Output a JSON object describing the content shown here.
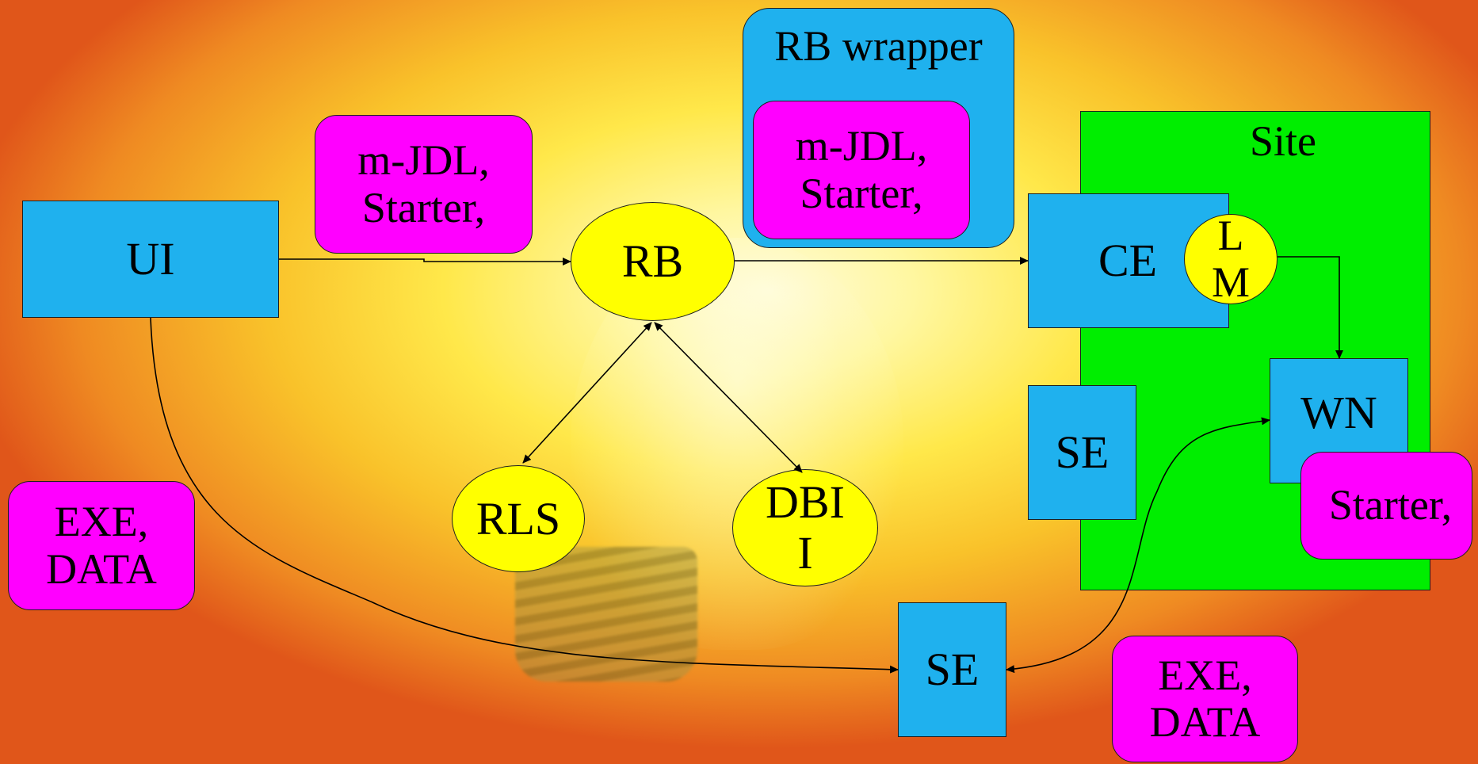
{
  "nodes": {
    "ui": "UI",
    "rb": "RB",
    "rls": "RLS",
    "dbii_line1": "DBI",
    "dbii_line2": "I",
    "se_bottom": "SE",
    "site_label": "Site",
    "ce": "CE",
    "lm_line1": "L",
    "lm_line2": "M",
    "se_site": "SE",
    "wn": "WN",
    "rb_wrapper": "RB wrapper"
  },
  "notes": {
    "mjdl_top_line1": "m-JDL,",
    "mjdl_top_line2": "Starter,",
    "wrapper_mjdl_line1": "m-JDL,",
    "wrapper_mjdl_line2": "Starter,",
    "exe_left_line1": "EXE,",
    "exe_left_line2": "DATA",
    "exe_right_line1": "EXE,",
    "exe_right_line2": "DATA",
    "starter_wn": "Starter,"
  },
  "colors": {
    "box": "#1fb1ee",
    "note": "#ff00ff",
    "ellipse": "#ffff00",
    "site": "#00ee00"
  }
}
